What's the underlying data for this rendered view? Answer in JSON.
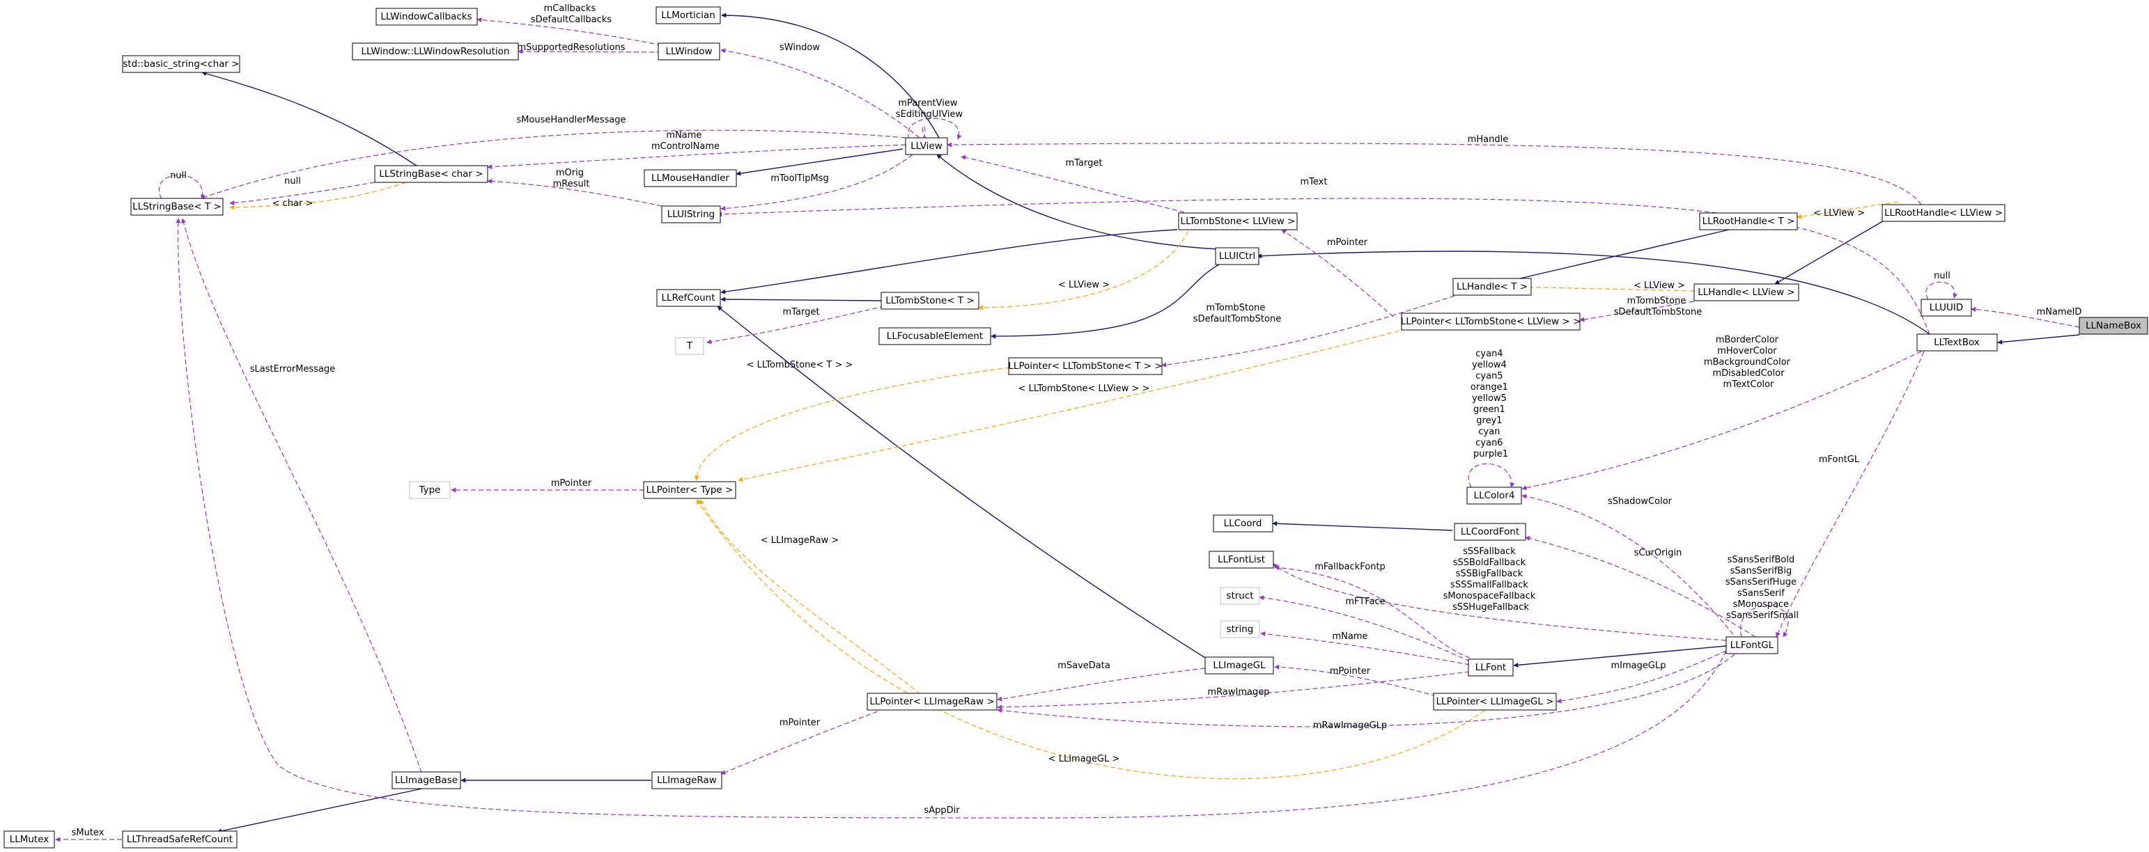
{
  "colors": {
    "inheritance": "#191970",
    "usage": "#9a32cd",
    "template": "#ffa500",
    "box_border": "#000000",
    "box_border_undocumented": "#bfbfbf",
    "highlight_fill": "#bfbfbf"
  },
  "nodes": {
    "LLNameBox": "LLNameBox",
    "LLTextBox": "LLTextBox",
    "LLUUID": "LLUUID",
    "LLRootHandleLLView": "LLRootHandle< LLView >",
    "LLRootHandleT": "LLRootHandle< T >",
    "LLHandleLLView": "LLHandle< LLView >",
    "LLHandleT": "LLHandle< T >",
    "LLPointerTombStoneLLView": "LLPointer< LLTombStone< LLView > >",
    "LLTombStoneLLView": "LLTombStone< LLView >",
    "LLUICtrl": "LLUICtrl",
    "LLView": "LLView",
    "LLMortician": "LLMortician",
    "LLWindow": "LLWindow",
    "LLWindowCallbacks": "LLWindowCallbacks",
    "LLWindowResolution": "LLWindow::LLWindowResolution",
    "basic_string": "std::basic_string<char >",
    "LLStringBaseT": "LLStringBase< T >",
    "LLStringBaseChar": "LLStringBase< char >",
    "LLMouseHandler": "LLMouseHandler",
    "LLUIString": "LLUIString",
    "LLRefCount": "LLRefCount",
    "LLTombStoneT": "LLTombStone< T >",
    "T": "T",
    "LLFocusableElement": "LLFocusableElement",
    "LLPointerTombStoneT": "LLPointer< LLTombStone< T > >",
    "LLColor4": "LLColor4",
    "Type": "Type",
    "LLPointerType": "LLPointer< Type >",
    "LLCoord": "LLCoord",
    "LLCoordFont": "LLCoordFont",
    "LLFontList": "LLFontList",
    "struct": "struct",
    "string": "string",
    "LLFont": "LLFont",
    "LLFontGL": "LLFontGL",
    "LLImageGL": "LLImageGL",
    "LLPointerImageRaw": "LLPointer< LLImageRaw >",
    "LLPointerImageGL": "LLPointer< LLImageGL >",
    "LLImageRaw": "LLImageRaw",
    "LLImageBase": "LLImageBase",
    "LLThreadSafeRefCount": "LLThreadSafeRefCount",
    "LLMutex": "LLMutex"
  },
  "edge_labels": {
    "mNameID": "mNameID",
    "uuid_null": "null",
    "string_null": "null",
    "mBorderColor_group": [
      "mBorderColor",
      "mHoverColor",
      "mBackgroundColor",
      "mDisabledColor",
      "mTextColor"
    ],
    "mFontGL": "mFontGL",
    "mHandle": "mHandle",
    "mText": "mText",
    "root_llview": "< LLView >",
    "handle_llview": "< LLView >",
    "tomb_defaults": [
      "mTombStone",
      "sDefaultTombStone"
    ],
    "mPointer_tomb": "mPointer",
    "ptr_tomb_t": [
      "mTombStone",
      "sDefaultTombStone"
    ],
    "mTarget_view": "mTarget",
    "tombstone_llview": "< LLView >",
    "mTarget_T": "mTarget",
    "ptr_ptr_tomb_t": "< LLTombStone< T > >",
    "ptr_ptr_tomb_llview": "< LLTombStone< LLView > >",
    "colors_group": [
      "cyan4",
      "yellow4",
      "cyan5",
      "orange1",
      "yellow5",
      "green1",
      "grey1",
      "cyan",
      "cyan6",
      "purple1"
    ],
    "sShadowColor": "sShadowColor",
    "sCurOrigin": "sCurOrigin",
    "fonts_group": [
      "sSansSerifBold",
      "sSansSerifBig",
      "sSansSerifHuge",
      "sSansSerif",
      "sMonospace",
      "sSansSerifSmall"
    ],
    "fallbacks_group": [
      "sSSFallback",
      "sSSBoldFallback",
      "sSSBigFallback",
      "sSSSmallFallback",
      "sMonospaceFallback",
      "sSSHugeFallback"
    ],
    "mFallbackFontp": "mFallbackFontp",
    "mFTFace": "mFTFace",
    "mName": "mName",
    "mPointer_imagegl": "mPointer",
    "mImageGLp": "mImageGLp",
    "mRawImagep": "mRawImagep",
    "mRawImageGLp": "mRawImageGLp",
    "mSaveData": "mSaveData",
    "mPointer_imageraw": "mPointer",
    "imageraw_tpl": "< LLImageRaw >",
    "imagegl_tpl": "< LLImageGL >",
    "mPointer_type": "mPointer",
    "sAppDir": "sAppDir",
    "sMutex": "sMutex",
    "sLastErrorMessage": "sLastErrorMessage",
    "sMouseHandlerMessage": "sMouseHandlerMessage",
    "mName_mControlName": [
      "mName",
      "mControlName"
    ],
    "mOrig_mResult": [
      "mOrig",
      "mResult"
    ],
    "char_tpl": "< char >",
    "mToolTipMsg": "mToolTipMsg",
    "mParentView_group": [
      "mParentView",
      "sEditingUIView"
    ],
    "sWindow": "sWindow",
    "mCallbacks_group": [
      "mCallbacks",
      "sDefaultCallbacks"
    ],
    "mSupportedResolutions": "mSupportedResolutions"
  }
}
